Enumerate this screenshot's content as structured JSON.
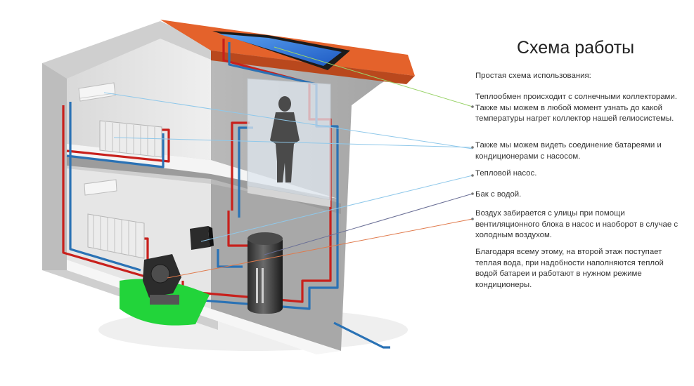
{
  "title": "Схема работы",
  "captions": [
    "Простая схема использования:",
    "Теплообмен происходит с солнечными коллекторами. Также мы можем в любой момент узнать до какой температуры нагрет коллектор нашей гелиосистемы.",
    "Также мы можем видеть соединение батареями и кондиционерами с насосом.",
    "Тепловой насос.",
    "Бак с водой.",
    "Воздух  забирается с улицы при помощи вентиляционного блока в насос и наоборот в случае с холодным воздухом.",
    "Благодаря всему этому,  на второй этаж поступает теплая вода, при надобности наполняются теплой водой батареи и работают в нужном режиме кондиционеры."
  ],
  "colors": {
    "roof": "#e4622b",
    "solar_panel": "#2f6fd8",
    "hot_pipe": "#c8201c",
    "cold_pipe": "#2a72b5",
    "outdoor_zone": "#22d43a",
    "leader_green": "#9ad36a",
    "leader_blue": "#8fc8ea",
    "leader_dark": "#6a6f96",
    "leader_orange": "#e07a4c"
  }
}
